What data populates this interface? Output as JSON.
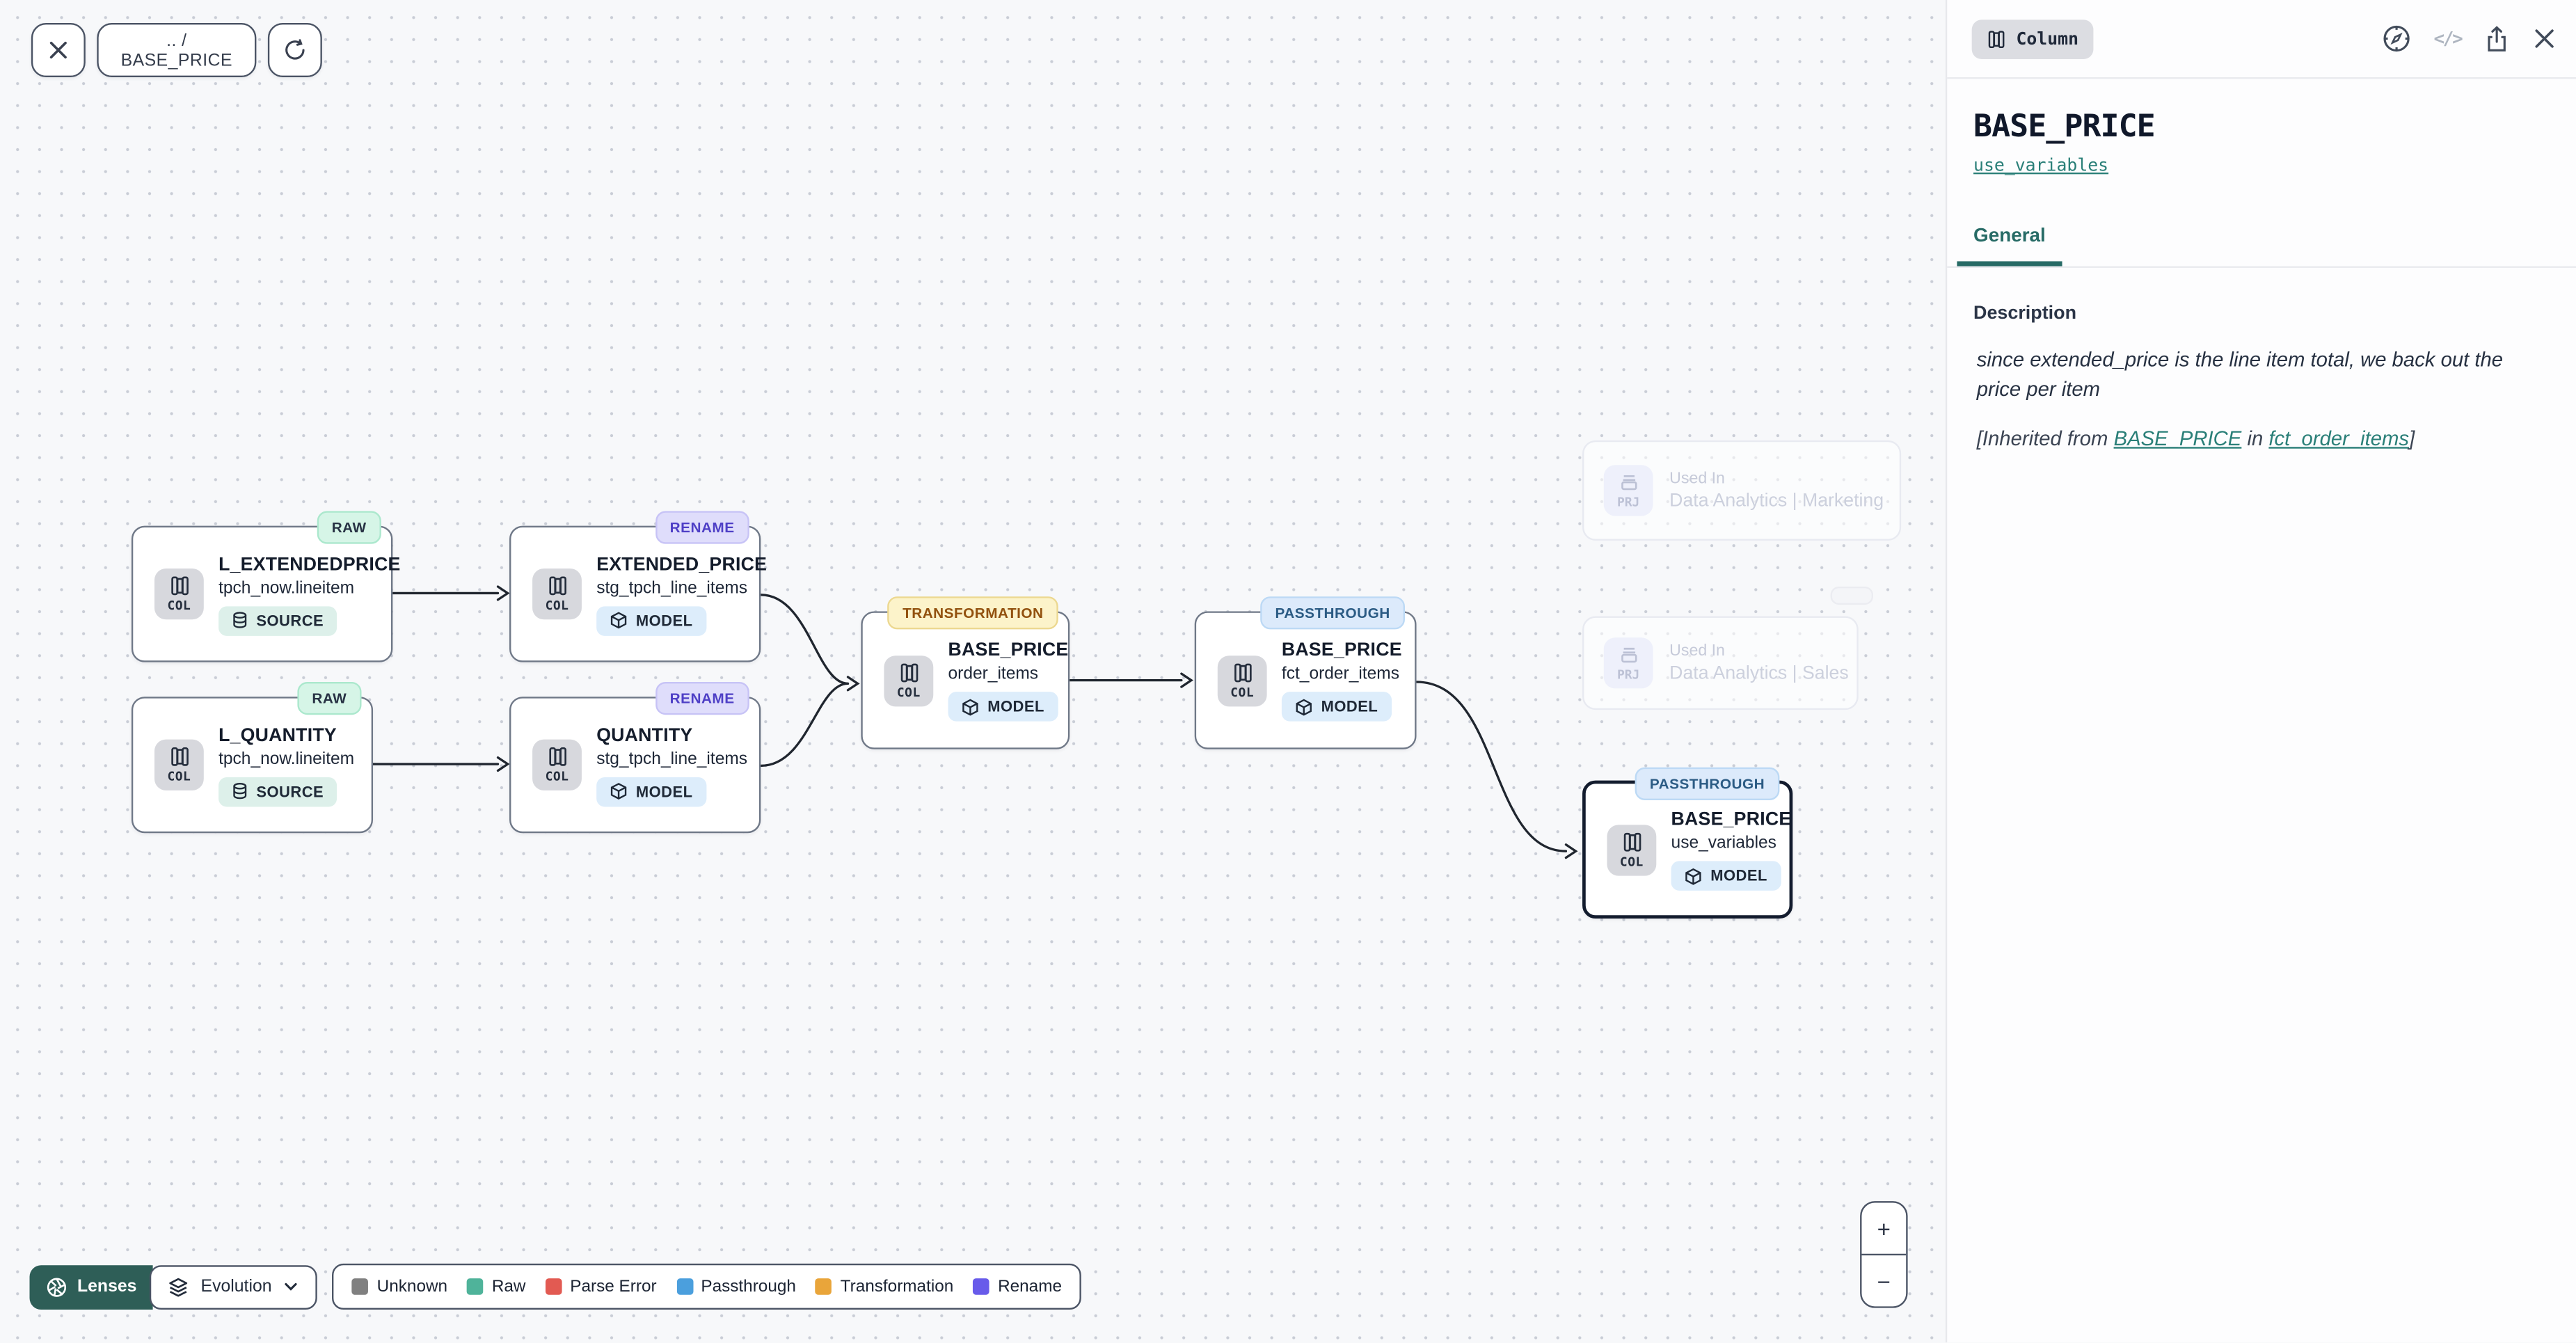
{
  "toolbar": {
    "breadcrumb": ".. / BASE_PRICE"
  },
  "canvas": {
    "nodes": [
      {
        "badge": "RAW",
        "kind": "COL",
        "title": "L_EXTENDEDPRICE",
        "subtitle": "tpch_now.lineitem",
        "chip": "SOURCE"
      },
      {
        "badge": "RENAME",
        "kind": "COL",
        "title": "EXTENDED_PRICE",
        "subtitle": "stg_tpch_line_items",
        "chip": "MODEL"
      },
      {
        "badge": "RAW",
        "kind": "COL",
        "title": "L_QUANTITY",
        "subtitle": "tpch_now.lineitem",
        "chip": "SOURCE"
      },
      {
        "badge": "RENAME",
        "kind": "COL",
        "title": "QUANTITY",
        "subtitle": "stg_tpch_line_items",
        "chip": "MODEL"
      },
      {
        "badge": "TRANSFORMATION",
        "kind": "COL",
        "title": "BASE_PRICE",
        "subtitle": "order_items",
        "chip": "MODEL"
      },
      {
        "badge": "PASSTHROUGH",
        "kind": "COL",
        "title": "BASE_PRICE",
        "subtitle": "fct_order_items",
        "chip": "MODEL"
      },
      {
        "badge": "PASSTHROUGH",
        "kind": "COL",
        "title": "BASE_PRICE",
        "subtitle": "use_variables",
        "chip": "MODEL"
      }
    ],
    "used_in": [
      {
        "kind": "PRJ",
        "label": "Used In",
        "title": "Data Analytics | Marketing"
      },
      {
        "kind": "PRJ",
        "label": "Used In",
        "title": "Data Analytics | Sales"
      }
    ]
  },
  "footer": {
    "lenses_label": "Lenses",
    "lens_selected": "Evolution",
    "legend": [
      {
        "label": "Unknown",
        "color": "#808080"
      },
      {
        "label": "Raw",
        "color": "#4fb39a"
      },
      {
        "label": "Parse Error",
        "color": "#e25a52"
      },
      {
        "label": "Passthrough",
        "color": "#4b9fdd"
      },
      {
        "label": "Transformation",
        "color": "#e9a53a"
      },
      {
        "label": "Rename",
        "color": "#685bea"
      }
    ]
  },
  "zoom_controls": {
    "zoom_in": "+",
    "zoom_out": "−"
  },
  "panel": {
    "type_chip": "Column",
    "code_icon_text": "</>",
    "title": "BASE_PRICE",
    "model_link": "use_variables",
    "tabs": [
      {
        "label": "General"
      }
    ],
    "description_label": "Description",
    "description_text": "since extended_price is the line item total, we back out the price per item",
    "inherited": {
      "prefix": "[Inherited from ",
      "link1": "BASE_PRICE",
      "middle": " in ",
      "link2": "fct_order_items",
      "suffix": "]"
    }
  }
}
